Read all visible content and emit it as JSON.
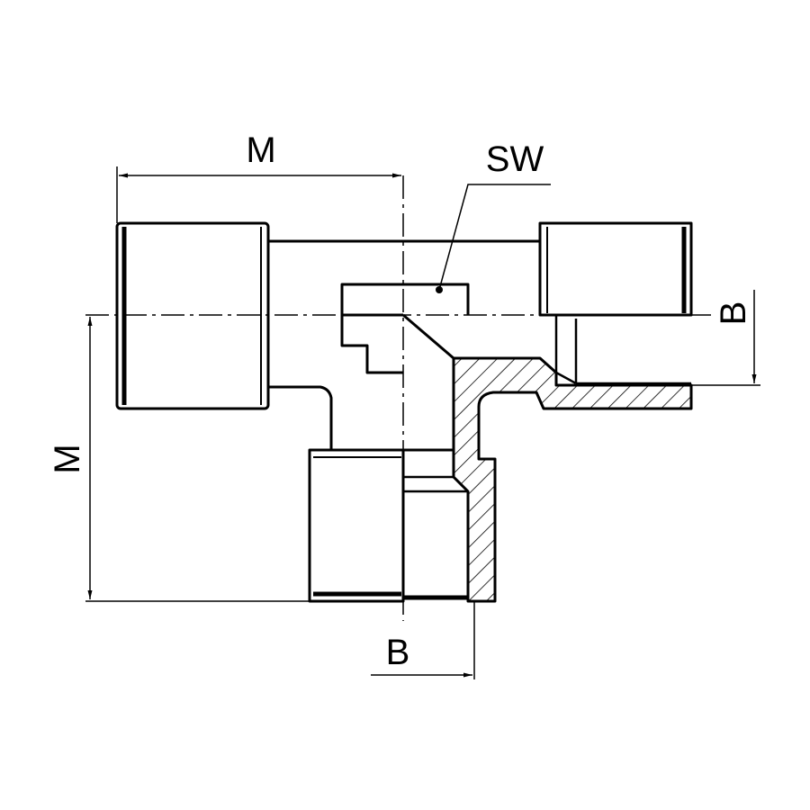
{
  "diagram": {
    "labels": {
      "top_dimension": "M",
      "left_dimension": "M",
      "wrench_size": "SW",
      "right_thread": "B",
      "bottom_thread": "B"
    },
    "colors": {
      "line": "#000000",
      "background": "#ffffff"
    }
  }
}
